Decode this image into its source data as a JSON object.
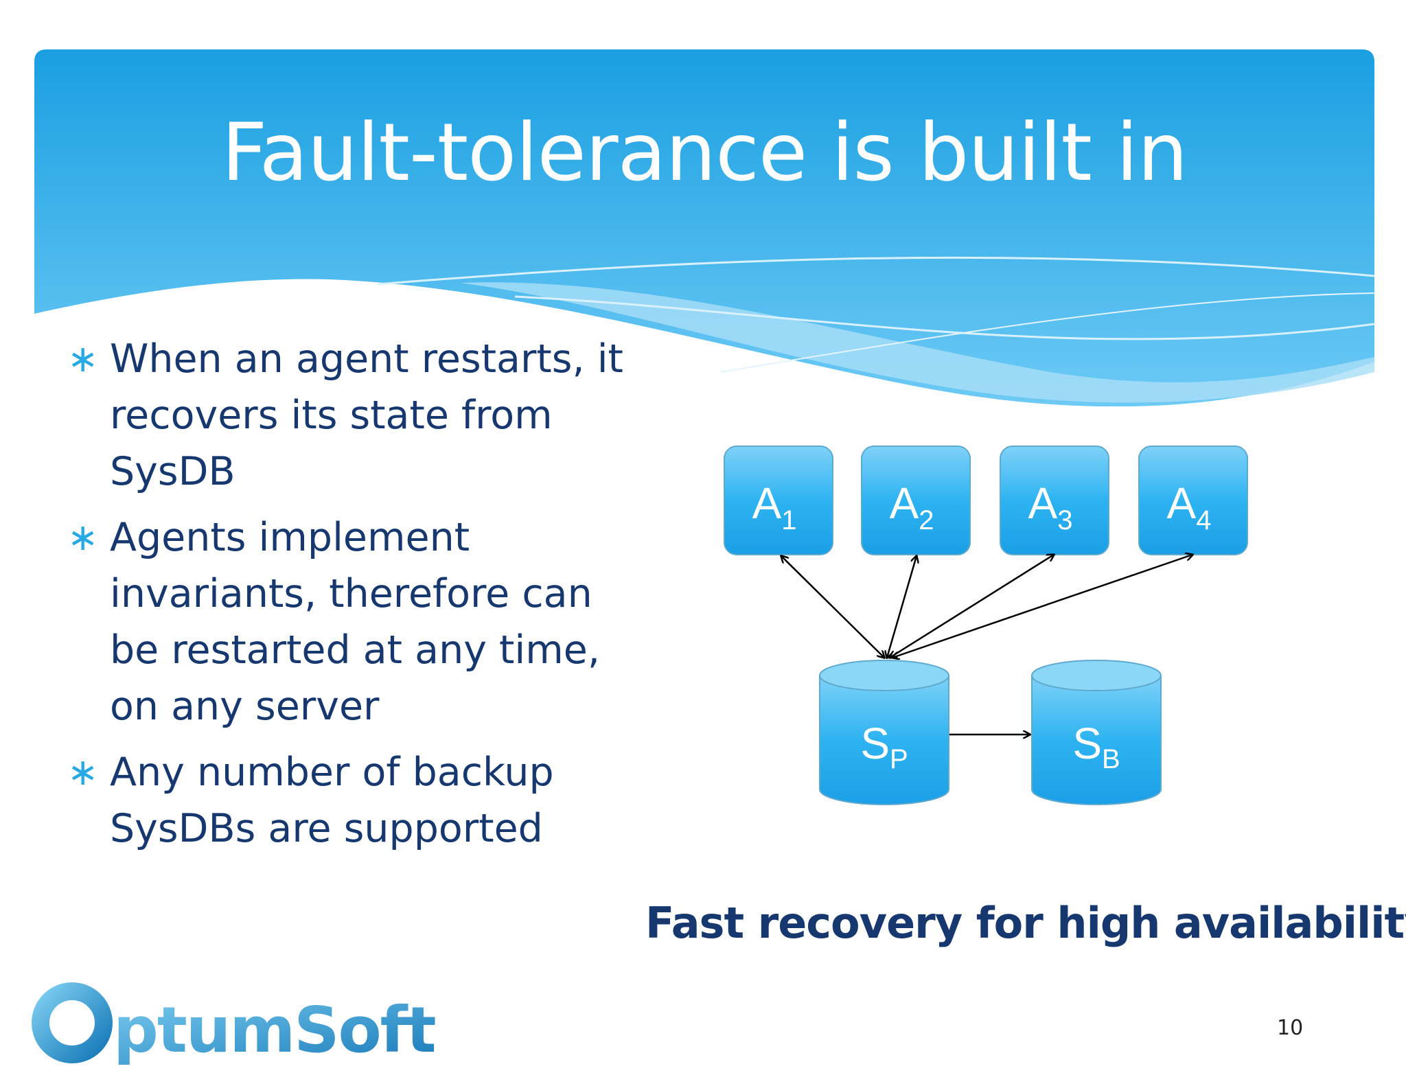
{
  "slide": {
    "title": "Fault-tolerance is built in",
    "bullets": [
      "When an agent restarts, it recovers its state from SysDB",
      "Agents implement invariants, therefore can be restarted at any time, on any server",
      "Any number of backup SysDBs are supported"
    ],
    "subtitle": "Fast recovery for high availability",
    "page_number": "10",
    "logo_text": "OptumSoft",
    "colors": {
      "title_bg": "#22a6e6",
      "text": "#16386f",
      "bullet": "#27a9e3",
      "node": "#22aef0"
    }
  },
  "diagram": {
    "agents": [
      {
        "main": "A",
        "sub": "1"
      },
      {
        "main": "A",
        "sub": "2"
      },
      {
        "main": "A",
        "sub": "3"
      },
      {
        "main": "A",
        "sub": "4"
      }
    ],
    "sysdb_primary": {
      "main": "S",
      "sub": "P"
    },
    "sysdb_backup": {
      "main": "S",
      "sub": "B"
    }
  }
}
